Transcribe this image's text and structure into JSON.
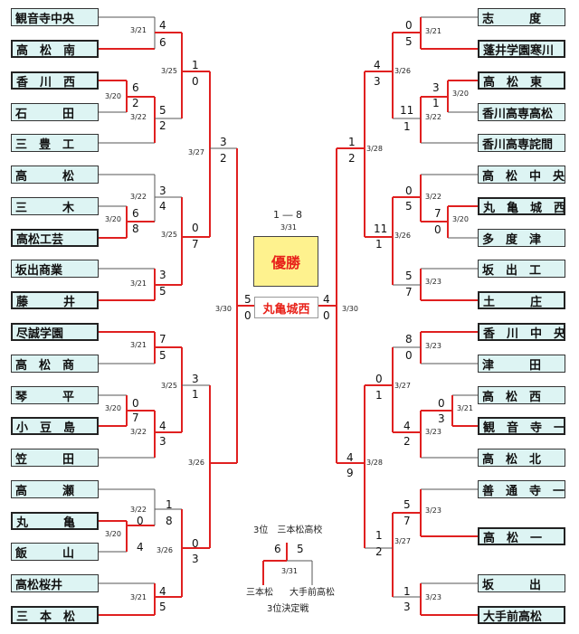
{
  "final": {
    "round_label": "1 ― 8",
    "date": "3/31",
    "champion_label": "優勝",
    "winner": "丸亀城西",
    "score_left": "5",
    "score_left2": "0",
    "score_right": "4",
    "score_right2": "0",
    "left_date": "3/30",
    "right_date": "3/30"
  },
  "third_place": {
    "title": "3位　三本松高校",
    "score_left": "6",
    "score_right": "5",
    "date": "3/31",
    "team_left": "三本松",
    "team_right": "大手前高松",
    "caption": "3位決定戦"
  },
  "left": {
    "teams": [
      "観音寺中央",
      "高　松　南",
      "香　川　西",
      "石　　　田",
      "三　豊　工",
      "高　　　松",
      "三　　　木",
      "高松工芸",
      "坂出商業",
      "藤　　　井",
      "尽誠学園",
      "高　松　商",
      "琴　　　平",
      "小　豆　島",
      "笠　　　田",
      "高　　　瀬",
      "丸　　　亀",
      "飯　　　山",
      "高松桜井",
      "三　本　松"
    ],
    "scores": [
      "4",
      "6",
      "6",
      "2",
      "5",
      "2",
      "1",
      "0",
      "3",
      "4",
      "6",
      "8",
      "0",
      "7",
      "3",
      "5",
      "3",
      "2",
      "7",
      "5",
      "0",
      "7",
      "4",
      "3",
      "3",
      "1",
      "1",
      "8",
      "0",
      "4",
      "0",
      "3",
      "4",
      "5"
    ],
    "dates": [
      "3/21",
      "3/20",
      "3/22",
      "3/25",
      "3/27",
      "3/22",
      "3/20",
      "3/25",
      "3/21",
      "3/21",
      "3/20",
      "3/22",
      "3/25",
      "3/22",
      "3/20",
      "3/26",
      "3/21",
      "3/26",
      "3/30"
    ]
  },
  "right": {
    "teams": [
      "志　　　度",
      "蓬井学園寒川",
      "高　松　東",
      "香川高専高松",
      "香川高専詫間",
      "高　松　中　央",
      "丸　亀　城　西",
      "多　度　津",
      "坂　出　工",
      "土　　　庄",
      "香　川　中　央",
      "津　　　田",
      "高　松　西",
      "観　音　寺　一",
      "高　松　北",
      "善　通　寺　一",
      "高　松　一",
      "坂　　　出",
      "大手前高松"
    ],
    "scores": [
      "0",
      "5",
      "3",
      "1",
      "11",
      "1",
      "4",
      "3",
      "1",
      "2",
      "0",
      "5",
      "7",
      "0",
      "11",
      "1",
      "5",
      "7",
      "8",
      "0",
      "0",
      "3",
      "0",
      "1",
      "4",
      "2",
      "4",
      "9",
      "5",
      "7",
      "1",
      "2",
      "1",
      "3"
    ],
    "dates": [
      "3/21",
      "3/20",
      "3/22",
      "3/26",
      "3/28",
      "3/22",
      "3/20",
      "3/26",
      "3/23",
      "3/23",
      "3/21",
      "3/23",
      "3/27",
      "3/28",
      "3/23",
      "3/27",
      "3/23"
    ]
  },
  "colors": {
    "win_line": "#e02020",
    "line": "#555555",
    "team_bg": "#ddf4f3"
  }
}
